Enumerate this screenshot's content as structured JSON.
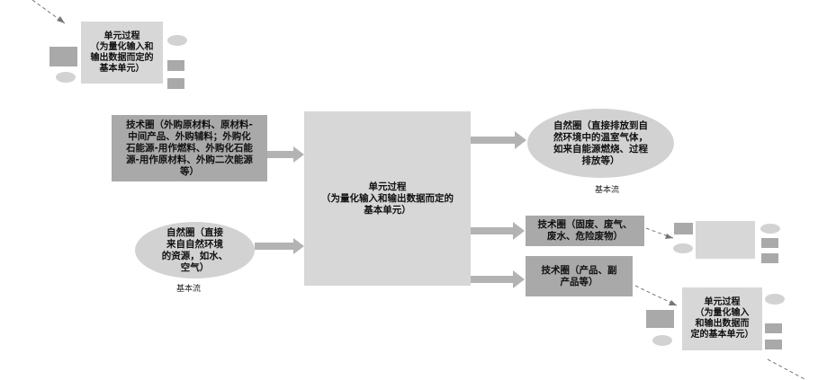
{
  "colors": {
    "arrow": "#b3b3b3",
    "dashed": "#777777",
    "box_light": "#d7d7d7",
    "box_dark": "#a9a9a9",
    "ellipse": "#d2d2d2"
  },
  "unit_process_top": "单元过程\n（为量化输入和\n输出数据而定的\n基本单元）",
  "unit_process_center": "单元过程\n（为量化输入和输出数据而定的\n基本单元）",
  "unit_process_bottom_right": "单元过程\n（为量化输入\n和输出数据而\n定的基本单元）",
  "technosphere_input": "技术圈（外购原材料、原材料-\n中间产品、外购辅料；外购化\n石能源-用作燃料、外购化石能\n源-用作原材料、外购二次能源\n等）",
  "nature_input": "自然圈（直接\n来自自然环境\n的资源，如水、\n空气）",
  "nature_input_caption": "基本流",
  "nature_output": "自然圈（直接排放到自\n然环境中的温室气体，\n如来自能源燃烧、过程\n排放等）",
  "nature_output_caption": "基本流",
  "technosphere_waste": "技术圈（固废、废气、\n废水、危险废物）",
  "technosphere_product": "技术圈（产品、副\n产品等）"
}
